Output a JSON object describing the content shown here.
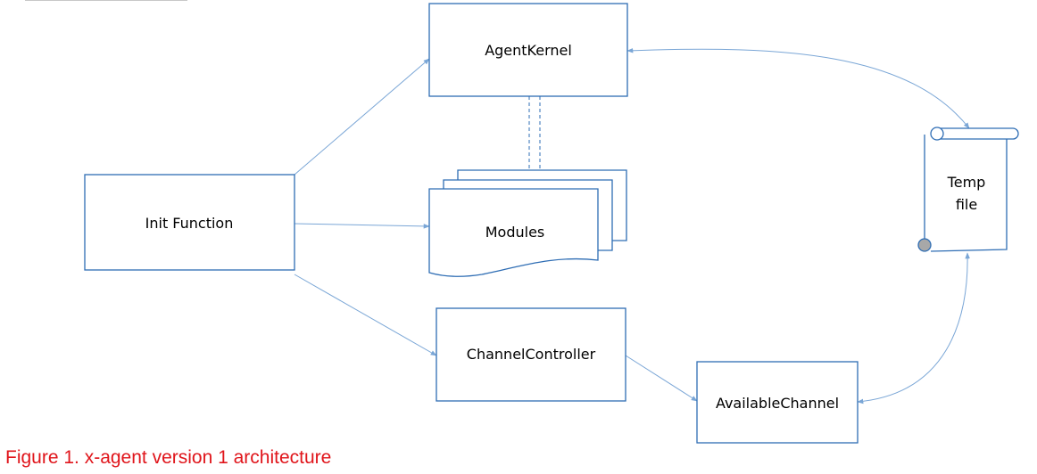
{
  "nodes": {
    "agent_kernel": "AgentKernel",
    "init_function": "Init Function",
    "modules": "Modules",
    "channel_controller": "ChannelController",
    "available_channel": "AvailableChannel",
    "temp_file_line1": "Temp",
    "temp_file_line2": "file"
  },
  "caption": "Figure 1. x-agent version 1 architecture",
  "colors": {
    "box_border": "#2e6db4",
    "connector": "#7aa6d6",
    "caption": "#e0151b"
  }
}
